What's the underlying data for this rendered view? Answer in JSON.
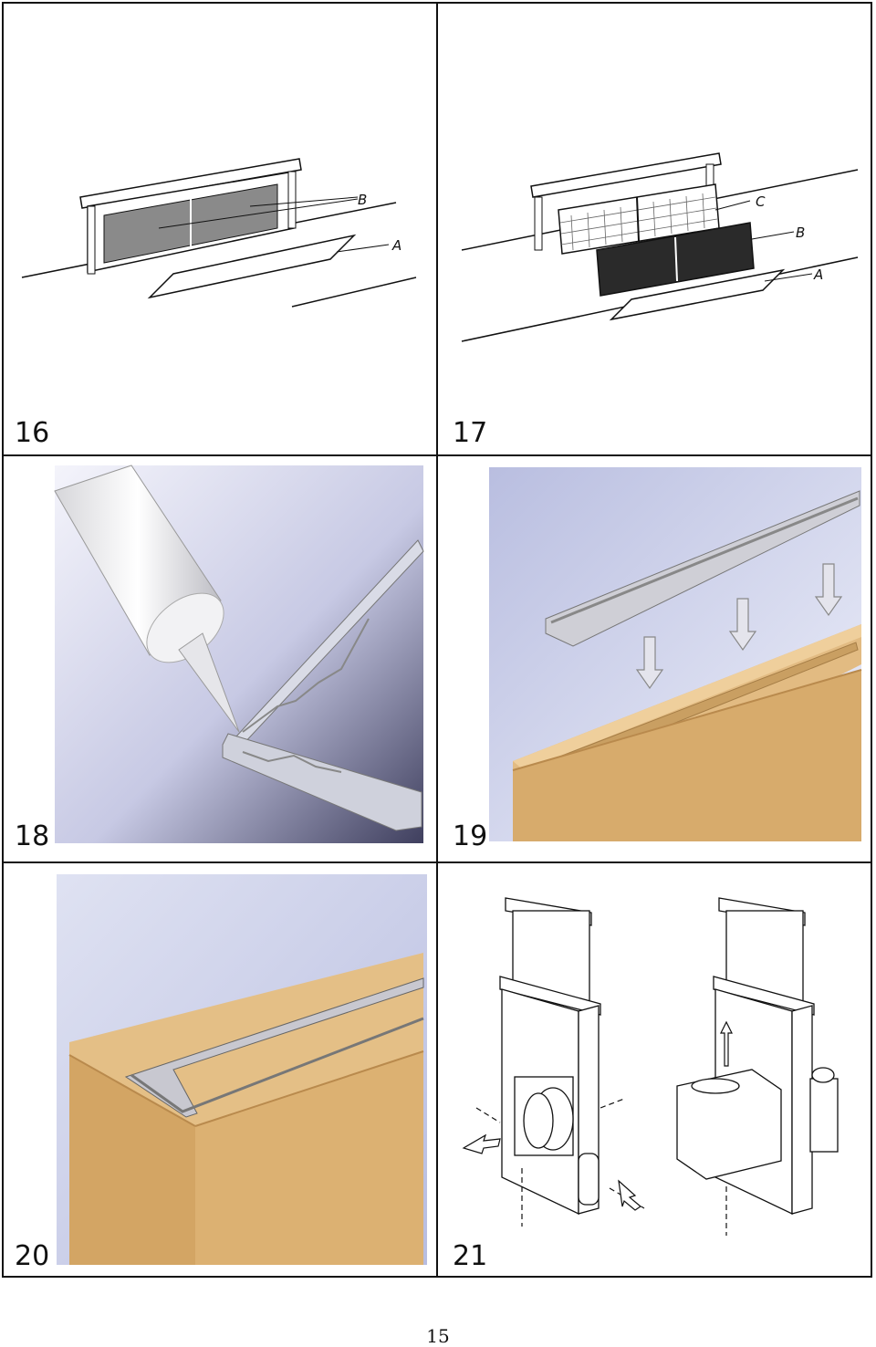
{
  "figures": [
    {
      "number": "16",
      "labels": [
        "B",
        "A"
      ]
    },
    {
      "number": "17",
      "labels": [
        "C",
        "B",
        "A"
      ]
    },
    {
      "number": "18"
    },
    {
      "number": "19"
    },
    {
      "number": "20"
    },
    {
      "number": "21"
    }
  ],
  "page_number": "15",
  "colors": {
    "wood": "#d7ab6c",
    "wood_dark": "#b98a4d",
    "bg_blue": "#c8cbe6",
    "line": "#111111"
  }
}
